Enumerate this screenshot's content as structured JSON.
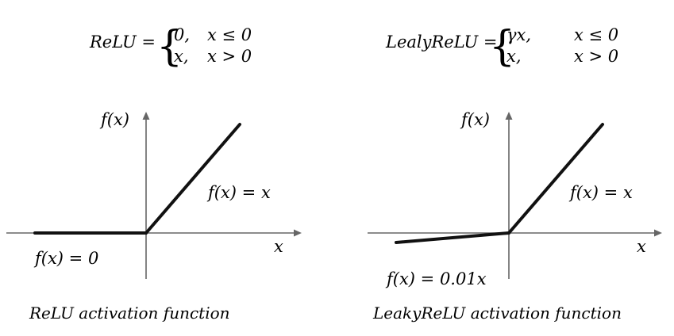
{
  "left": {
    "equation": {
      "lhs": "ReLU =",
      "case1_value": "0,",
      "case1_condition": "x ≤ 0",
      "case2_value": "x,",
      "case2_condition": "x > 0"
    },
    "y_axis_label": "f(x)",
    "x_axis_label": "x",
    "positive_label": "f(x) = x",
    "negative_label": "f(x) = 0",
    "caption": "ReLU activation function"
  },
  "right": {
    "equation": {
      "lhs": "LealyReLU =",
      "case1_value": "γx,",
      "case1_condition": "x ≤ 0",
      "case2_value": "x,",
      "case2_condition": "x > 0"
    },
    "y_axis_label": "f(x)",
    "x_axis_label": "x",
    "positive_label": "f(x) = x",
    "negative_label": "f(x) = 0.01x",
    "caption": "LeakyReLU activation function"
  },
  "colors": {
    "axis": "#666666",
    "function_line": "#111111",
    "text": "#000000"
  }
}
